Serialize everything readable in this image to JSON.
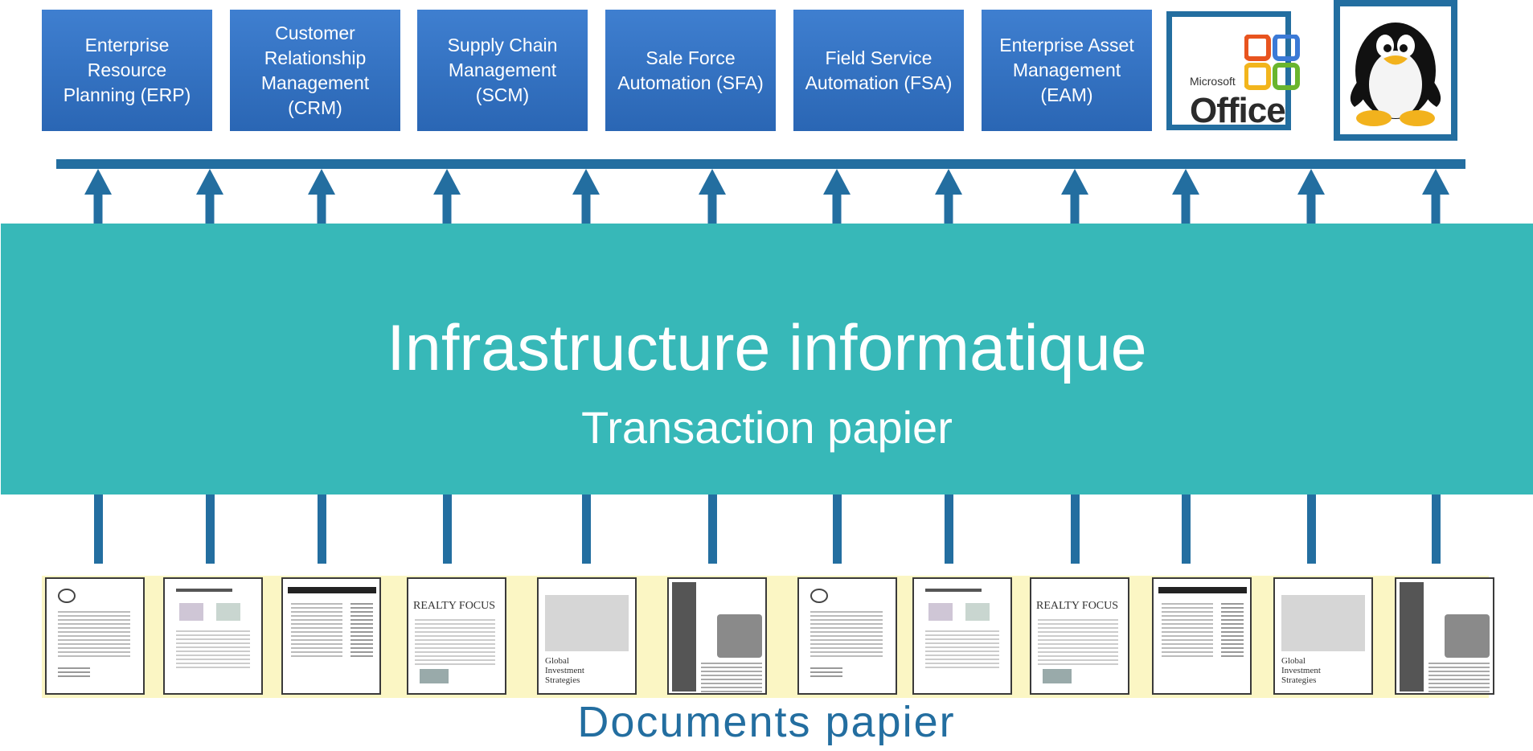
{
  "apps": [
    {
      "label": "Enterprise Resource\nPlanning (ERP)"
    },
    {
      "label": "Customer\nRelationship\nManagement\n(CRM)"
    },
    {
      "label": "Supply Chain\nManagement\n(SCM)"
    },
    {
      "label": "Sale Force\nAutomation (SFA)"
    },
    {
      "label": "Field Service\nAutomation (FSA)"
    },
    {
      "label": "Enterprise Asset\nManagement\n(EAM)"
    }
  ],
  "logos": {
    "office": {
      "small": "Microsoft",
      "big": "Office"
    },
    "linux": {
      "icon": "tux-penguin-icon"
    }
  },
  "infrastructure": {
    "title": "Infrastructure informatique",
    "subtitle": "Transaction papier"
  },
  "documents": {
    "label": "Documents papier",
    "thumbnails": [
      {
        "kind": "letter"
      },
      {
        "kind": "report"
      },
      {
        "kind": "list"
      },
      {
        "kind": "realty"
      },
      {
        "kind": "newsletter"
      },
      {
        "kind": "magazine"
      },
      {
        "kind": "letter"
      },
      {
        "kind": "report"
      },
      {
        "kind": "realty"
      },
      {
        "kind": "list"
      },
      {
        "kind": "newsletter"
      },
      {
        "kind": "magazine"
      }
    ],
    "realty_heading": "Realty Focus",
    "newsletter_heading": "Global Investment Strategies"
  },
  "colors": {
    "accent": "#236ea0",
    "band": "#37b8b8",
    "app_box": "#2f6fbf",
    "doc_background": "#fbf6c4"
  }
}
